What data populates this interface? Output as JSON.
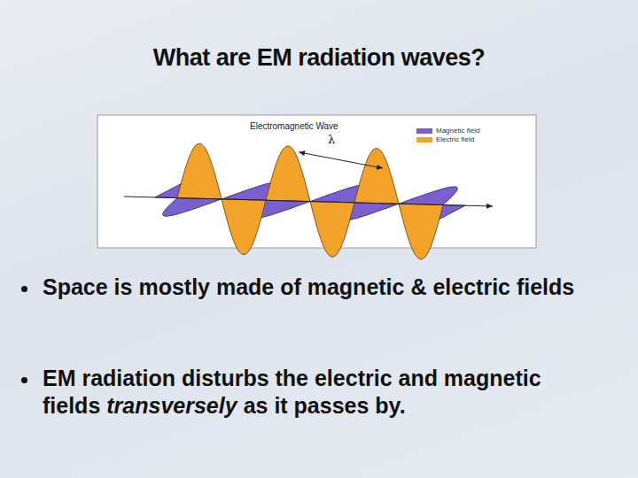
{
  "diagram": {
    "title": "What are EM radiation waves?",
    "labels": [
      "Electromagnetic Wave",
      "λ",
      "Space is mostly made of magnetic & electric fields",
      "EM radiation disturbs the electric and magnetic fields",
      "transversely",
      "as it passes by."
    ],
    "legend": [
      {
        "text": "Magnetic field",
        "color": "#7b5fd1"
      },
      {
        "text": "Electric field",
        "color": "#f4a32a"
      }
    ]
  }
}
